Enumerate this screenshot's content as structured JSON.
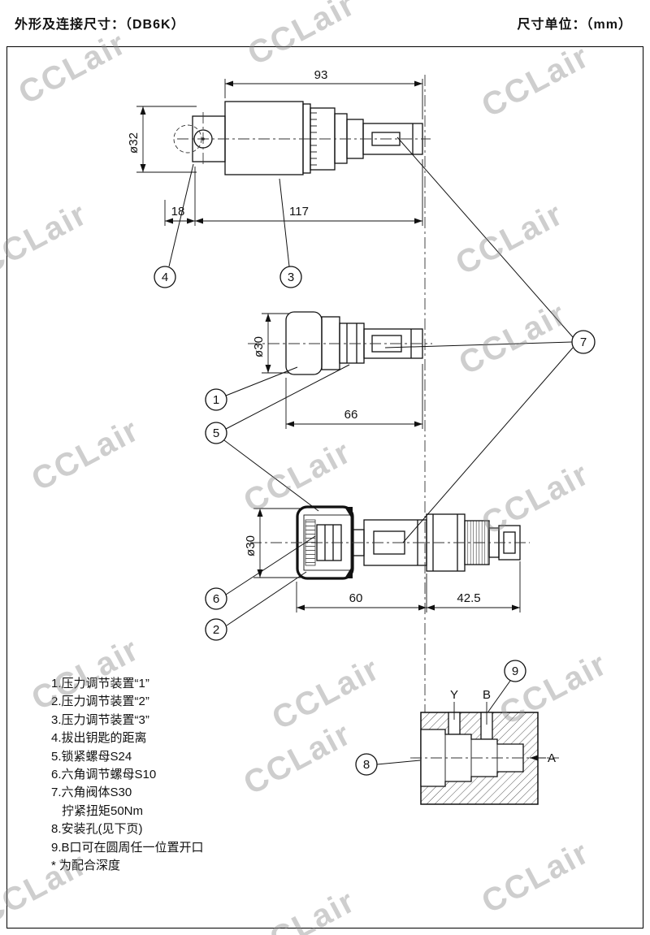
{
  "header": {
    "left": "外形及连接尺寸：（DB6K）",
    "right": "尺寸单位：（mm）"
  },
  "watermark": {
    "text": "CCLair"
  },
  "dims": {
    "total_top": "93",
    "dia_top": "ø32",
    "key_dist": "18",
    "len_top": "117",
    "dia_mid": "ø30",
    "len_mid": "66",
    "dia_bot": "ø30",
    "len_bot_body": "60",
    "len_bot_cartridge": "42.5"
  },
  "callouts": {
    "c1": "1",
    "c2": "2",
    "c3": "3",
    "c4": "4",
    "c5": "5",
    "c6": "6",
    "c7": "7",
    "c8": "8",
    "c9": "9"
  },
  "cavity": {
    "port_y": "Y",
    "port_b": "B",
    "port_a": "A"
  },
  "notes": [
    "1.压力调节装置“1”",
    "2.压力调节装置“2”",
    "3.压力调节装置“3”",
    "4.拔出钥匙的距离",
    "5.锁紧螺母S24",
    "6.六角调节螺母S10",
    "7.六角阀体S30",
    "拧紧扭矩50Nm",
    "8.安装孔(见下页)",
    "9.B口可在圆周任一位置开口",
    "* 为配合深度"
  ]
}
